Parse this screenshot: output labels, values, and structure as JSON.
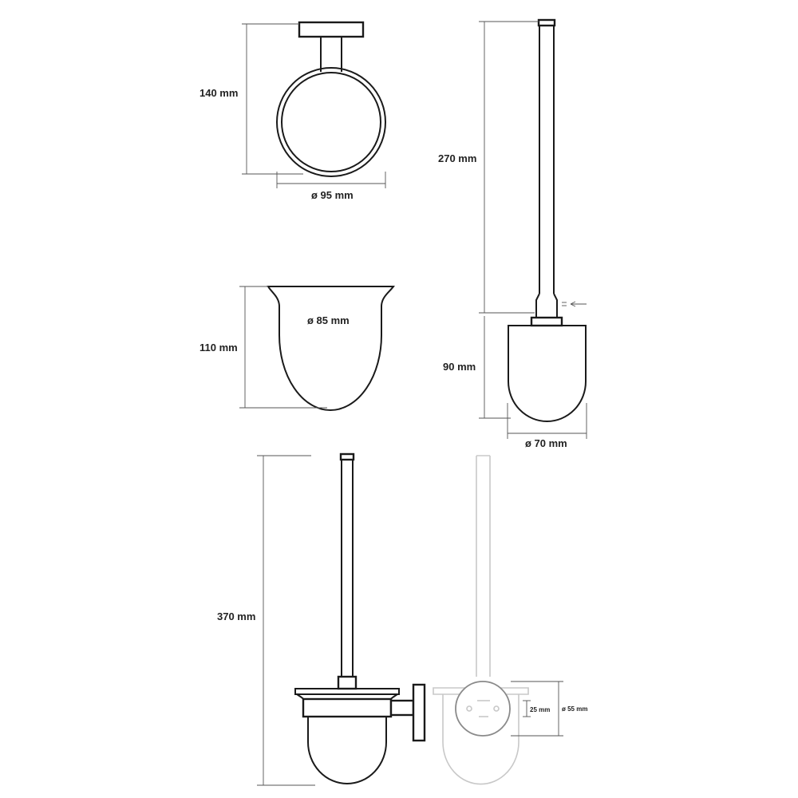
{
  "dimensions": {
    "ring_height": "140 mm",
    "ring_diameter": "ø 95 mm",
    "handle_length": "270 mm",
    "cup_height": "110 mm",
    "cup_diameter": "ø 85 mm",
    "brush_head_height": "90 mm",
    "brush_head_diameter": "ø 70 mm",
    "total_height": "370 mm",
    "mount_depth": "25 mm",
    "mount_diameter": "ø 55 mm"
  }
}
